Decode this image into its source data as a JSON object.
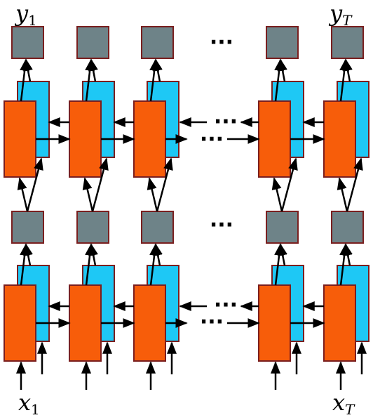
{
  "diagram": {
    "output_labels": {
      "first": "y",
      "first_sub": "1",
      "last": "y",
      "last_sub": "T"
    },
    "input_labels": {
      "first": "x",
      "first_sub": "1",
      "last": "x",
      "last_sub": "T"
    },
    "ellipsis": "···",
    "colors": {
      "forward_cell": "#f75d0a",
      "backward_cell": "#1ec8f5",
      "output_node": "#6e8388",
      "border": "#7a1f1f",
      "arrow": "#000000"
    }
  }
}
